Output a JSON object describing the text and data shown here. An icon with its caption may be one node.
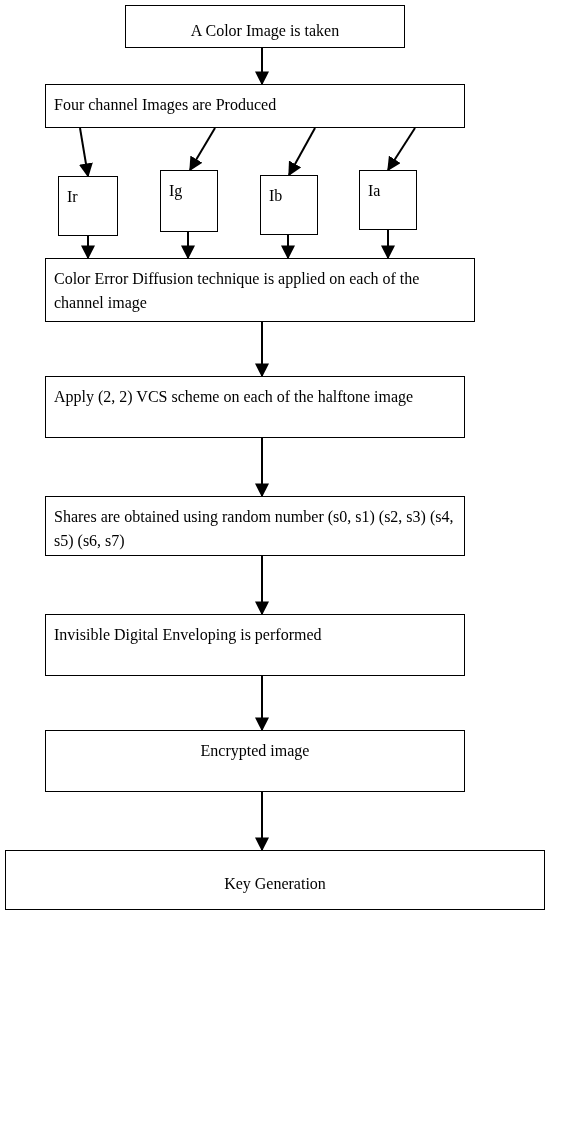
{
  "diagram": {
    "nodes": [
      {
        "text": [
          "A Color Image is taken"
        ]
      },
      {
        "text": [
          "Four channel Images are Produced"
        ]
      },
      {
        "text": [
          "Ir"
        ]
      },
      {
        "text": [
          "Ig"
        ]
      },
      {
        "text": [
          "Ib"
        ]
      },
      {
        "text": [
          "Ia"
        ]
      },
      {
        "text": [
          "Color Error Diffusion technique is applied on each of the channel image"
        ]
      },
      {
        "text": [
          "Apply (2, 2) VCS scheme on each of the halftone image"
        ]
      },
      {
        "text": [
          "Shares are obtained using random number (s0, s1) (s2, s3) (s4, s5) (s6, s7)"
        ]
      },
      {
        "text": [
          "Invisible Digital Enveloping is performed"
        ]
      },
      {
        "text": [
          "Encrypted image"
        ]
      },
      {
        "text": [
          "Key Generation"
        ]
      }
    ],
    "edges": [
      {
        "from": 0,
        "to": 1,
        "arrow": "to"
      },
      {
        "from": 1,
        "to": 2,
        "arrow": "to"
      },
      {
        "from": 1,
        "to": 3,
        "arrow": "to"
      },
      {
        "from": 1,
        "to": 4,
        "arrow": "to"
      },
      {
        "from": 1,
        "to": 5,
        "arrow": "to"
      },
      {
        "from": 2,
        "to": 6,
        "arrow": "to"
      },
      {
        "from": 3,
        "to": 6,
        "arrow": "to"
      },
      {
        "from": 4,
        "to": 6,
        "arrow": "to"
      },
      {
        "from": 5,
        "to": 6,
        "arrow": "to"
      },
      {
        "from": 6,
        "to": 7,
        "arrow": "to"
      },
      {
        "from": 7,
        "to": 8,
        "arrow": "to"
      },
      {
        "from": 8,
        "to": 9,
        "arrow": "to"
      },
      {
        "from": 9,
        "to": 10,
        "arrow": "to"
      },
      {
        "from": 10,
        "to": 11,
        "arrow": "to"
      }
    ]
  }
}
